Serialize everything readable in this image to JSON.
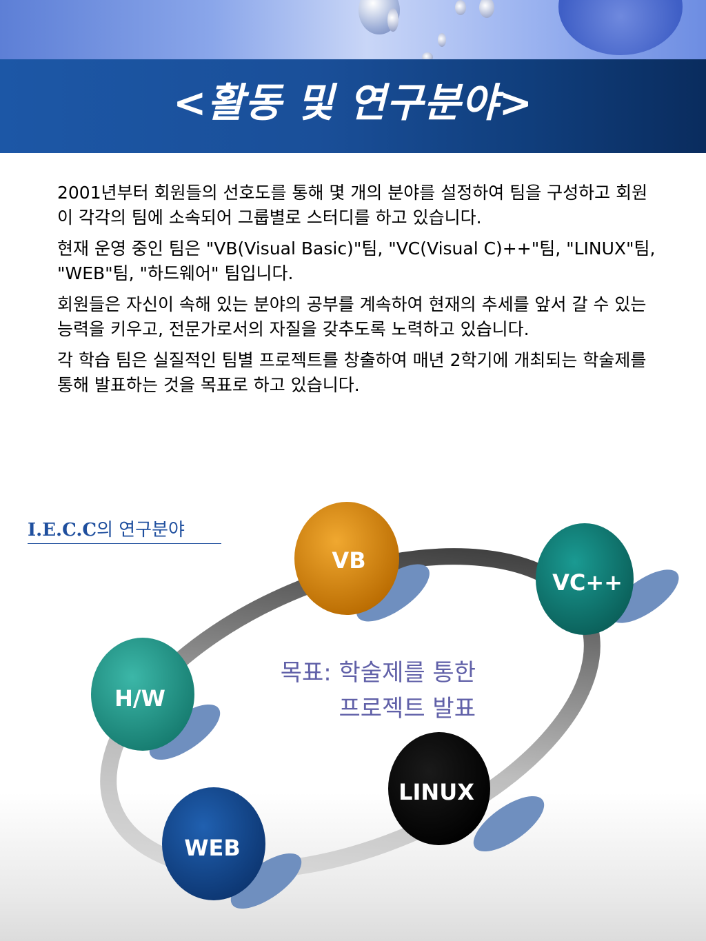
{
  "header": {
    "title": "<활동 및 연구분야>"
  },
  "body": {
    "paragraphs": [
      " 2001년부터 회원들의 선호도를 통해 몇 개의 분야를 설정하여 팀을 구성하고 회원이 각각의 팀에 소속되어 그룹별로 스터디를 하고 있습니다.",
      " 현재 운영 중인 팀은 \"VB(Visual Basic)\"팀, \"VC(Visual C)++\"팀, \"LINUX\"팀, \"WEB\"팀, \"하드웨어\" 팀입니다.",
      " 회원들은 자신이 속해 있는 분야의 공부를 계속하여 현재의 추세를 앞서 갈 수 있는 능력을 키우고, 전문가로서의 자질을 갖추도록 노력하고 있습니다.",
      " 각 학습 팀은 실질적인 팀별 프로젝트를 창출하여 매년 2학기에 개최되는 학술제를 통해 발표하는 것을 목표로 하고 있습니다."
    ]
  },
  "diagram": {
    "subtitle_en": "I.E.C.C",
    "subtitle_ko": "의 연구분야",
    "goal_line1": "목표: 학술제를 통한",
    "goal_line2": "프로젝트 발표",
    "nodes": [
      {
        "label": "VB",
        "color": "#d98a0c"
      },
      {
        "label": "VC++",
        "color": "#0f7f78"
      },
      {
        "label": "H/W",
        "color": "#1f9a8c"
      },
      {
        "label": "LINUX",
        "color": "#000000"
      },
      {
        "label": "WEB",
        "color": "#14488f"
      }
    ],
    "shadow_color": "#6f8fbf"
  }
}
